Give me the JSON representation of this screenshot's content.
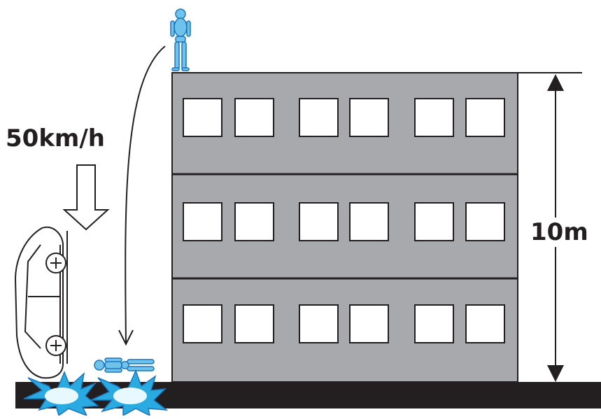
{
  "labels": {
    "speed": "50km/h",
    "height": "10m"
  },
  "colors": {
    "building": "#a7a9ac",
    "ground": "#231f20",
    "figure": "#6fc3ea",
    "impact_outer": "#29abe2",
    "impact_inner": "#e8f8ff"
  },
  "building": {
    "floors": 3,
    "windows_per_floor": 6
  },
  "icons": [
    "standing-person-icon",
    "lying-person-icon",
    "car-icon",
    "impact-burst-icon",
    "down-arrow-icon"
  ]
}
